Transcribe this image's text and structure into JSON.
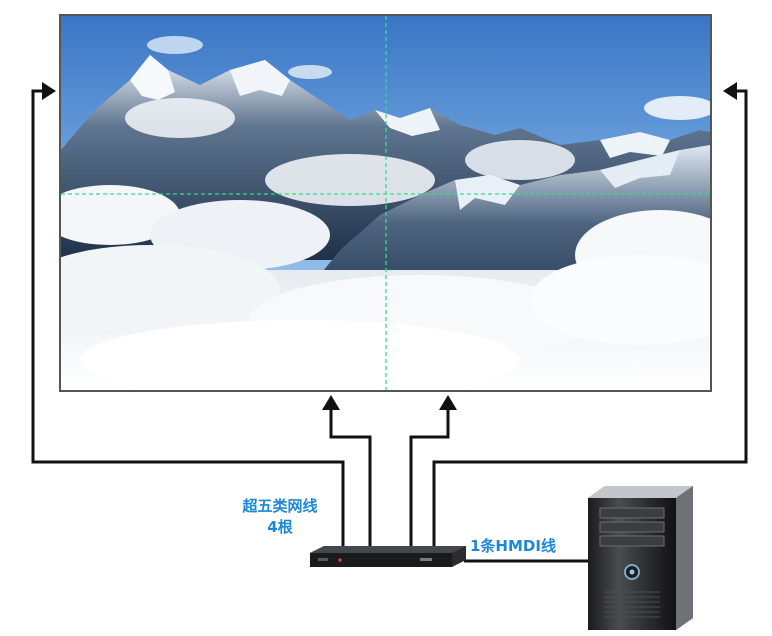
{
  "labels": {
    "cable_line1": "超五类网线",
    "cable_line2": "4根",
    "hdmi": "1条HMDI线"
  },
  "colors": {
    "label": "#1e88d8",
    "wire": "#111111",
    "screen_frame": "#555555",
    "seam_line": "#2ee08a",
    "sky_top": "#3a78c8",
    "sky_bottom": "#a9cff0"
  },
  "icons": {
    "processor": "video-wall-controller",
    "computer": "desktop-tower-pc"
  }
}
